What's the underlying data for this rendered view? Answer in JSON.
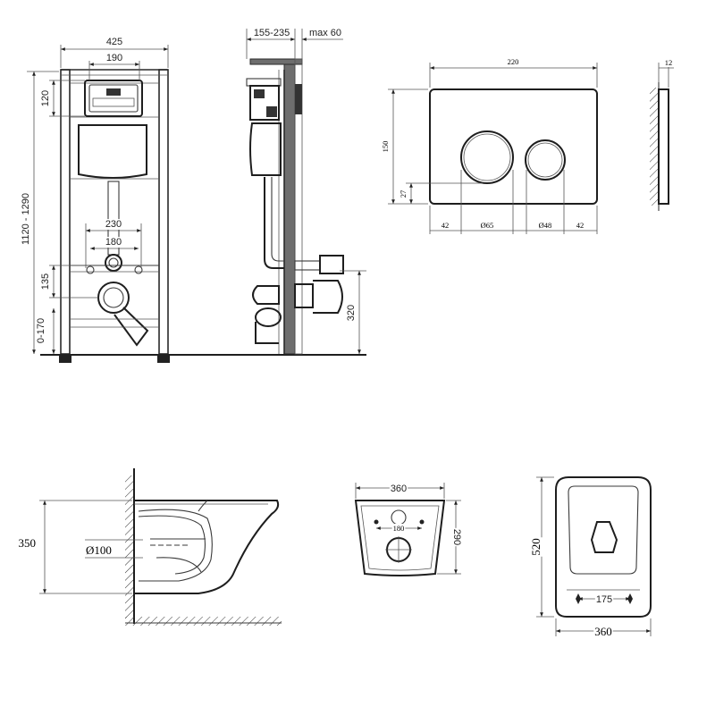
{
  "frame_front": {
    "width": "425",
    "plate_width": "190",
    "plate_height": "120",
    "total_height": "1120 - 1290",
    "width_230": "230",
    "width_180": "180",
    "height_135": "135",
    "height_0_170": "0-170"
  },
  "frame_side": {
    "depth": "155-235",
    "max": "max 60",
    "pipe_height": "320"
  },
  "flush_plate": {
    "width": "220",
    "height": "150",
    "thickness": "12",
    "offset_27": "27",
    "left_margin": "42",
    "big_button": "Ø65",
    "small_button": "Ø48",
    "right_margin": "42"
  },
  "bowl_side": {
    "height": "350",
    "outlet": "Ø100"
  },
  "bowl_back": {
    "width": "360",
    "height": "290",
    "holes": "180"
  },
  "bowl_top": {
    "length": "520",
    "width": "360",
    "holes": "175"
  }
}
